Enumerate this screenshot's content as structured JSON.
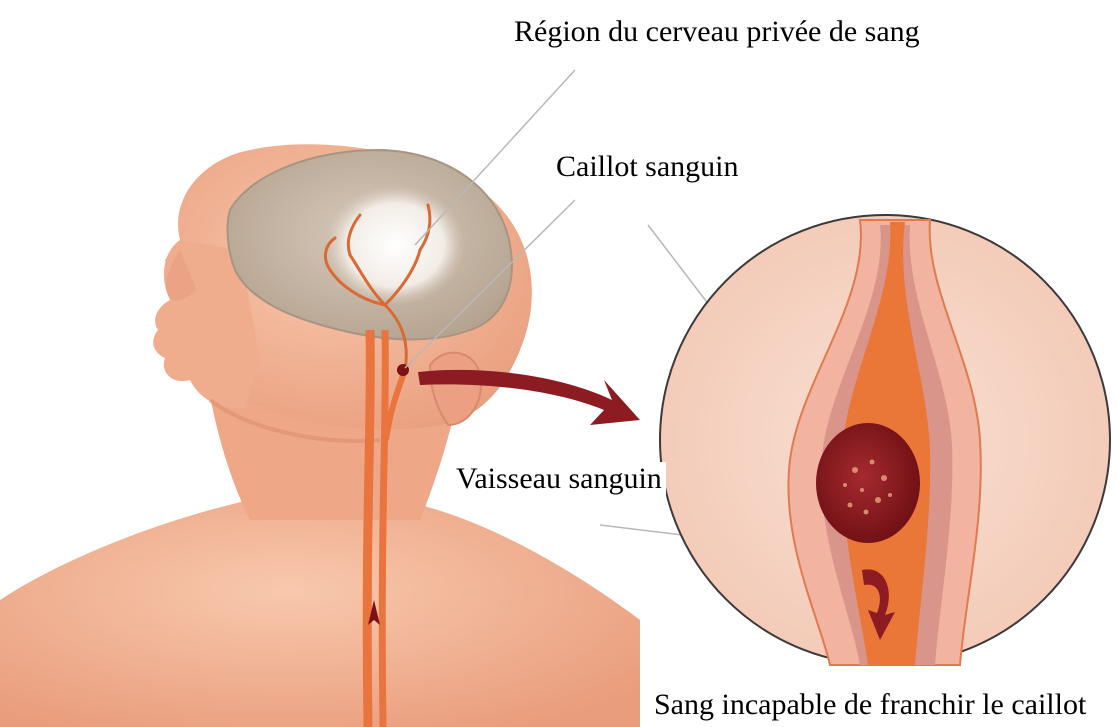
{
  "labels": {
    "brain_region": "Région du cerveau privée de sang",
    "blood_clot": "Caillot sanguin",
    "blood_vessel": "Vaisseau sanguin",
    "blocked_blood": "Sang incapable de franchir le caillot"
  },
  "colors": {
    "skin": "#f3b79a",
    "skin_shadow": "#e79877",
    "brain": "#c9b8a6",
    "ischemic_area": "#f1ece6",
    "artery": "#e9743d",
    "artery_dark": "#c94f1e",
    "clot": "#8a1a1f",
    "arrow": "#8c1c22",
    "circle_bg": "#f7d6c7",
    "vessel_wall": "#f2b3a1",
    "leader_line": "#b8b8b8"
  }
}
